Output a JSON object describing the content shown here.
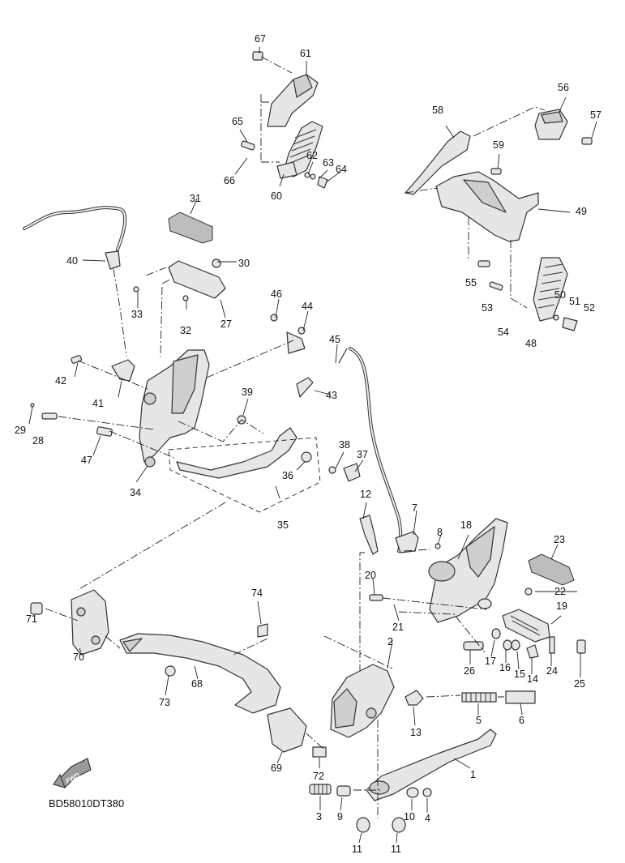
{
  "diagram_code": "BD58010DT380",
  "forward_label": "FWD",
  "callouts": {
    "c1": "1",
    "c2": "2",
    "c3": "3",
    "c4": "4",
    "c5": "5",
    "c6": "6",
    "c7": "7",
    "c8": "8",
    "c9": "9",
    "c10": "10",
    "c11a": "11",
    "c11b": "11",
    "c12": "12",
    "c13": "13",
    "c14": "14",
    "c15": "15",
    "c16": "16",
    "c17": "17",
    "c18": "18",
    "c19": "19",
    "c20": "20",
    "c21": "21",
    "c22": "22",
    "c23": "23",
    "c24": "24",
    "c25": "25",
    "c26": "26",
    "c27": "27",
    "c28": "28",
    "c29": "29",
    "c30": "30",
    "c31": "31",
    "c32": "32",
    "c33": "33",
    "c34": "34",
    "c35": "35",
    "c36": "36",
    "c37": "37",
    "c38": "38",
    "c39": "39",
    "c40": "40",
    "c41": "41",
    "c42": "42",
    "c43": "43",
    "c44": "44",
    "c45": "45",
    "c46": "46",
    "c47": "47",
    "c48": "48",
    "c49": "49",
    "c50": "50",
    "c51": "51",
    "c52": "52",
    "c53": "53",
    "c54": "54",
    "c55": "55",
    "c56": "56",
    "c57": "57",
    "c58": "58",
    "c59": "59",
    "c60": "60",
    "c61": "61",
    "c62": "62",
    "c63": "63",
    "c64": "64",
    "c65": "65",
    "c66": "66",
    "c67": "67",
    "c68": "68",
    "c69": "69",
    "c70": "70",
    "c71": "71",
    "c72": "72",
    "c73": "73",
    "c74": "74"
  }
}
